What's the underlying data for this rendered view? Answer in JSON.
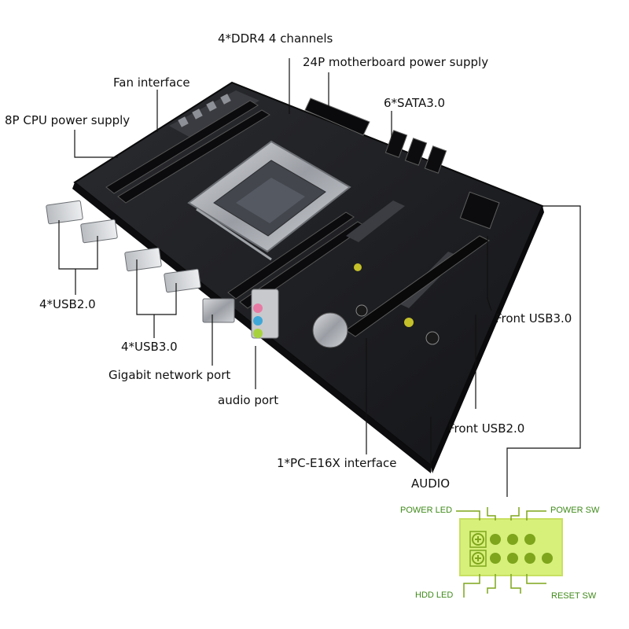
{
  "labels": {
    "ddr4": "4*DDR4 4 channels",
    "power24": "24P motherboard power supply",
    "fan": "Fan interface",
    "sata": "6*SATA3.0",
    "cpu_power": "8P CPU power supply",
    "usb20": "4*USB2.0",
    "usb30": "4*USB3.0",
    "network": "Gigabit network port",
    "audio_port": "audio port",
    "pcie": "1*PC-E16X interface",
    "audio": "AUDIO",
    "front_usb30": "Front USB3.0",
    "front_usb20": "Front USB2.0"
  },
  "panel": {
    "power_led": "POWER LED",
    "power_sw": "POWER SW",
    "hdd_led": "HDD LED",
    "reset_sw": "RESET SW"
  },
  "colors": {
    "pcb": "#1e1f22",
    "panel_box": "#d7f07a",
    "panel_frame": "#c8e062",
    "pin": "#7ea51c",
    "panel_text": "#3f8a1a",
    "leader": "#111111"
  }
}
